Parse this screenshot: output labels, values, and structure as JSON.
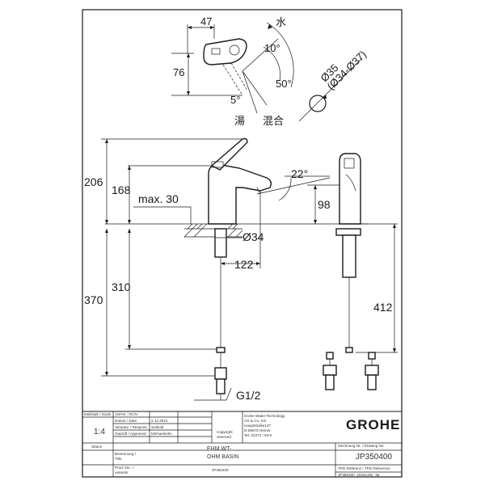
{
  "drawing": {
    "top_view": {
      "dim_47": "47",
      "dim_76": "76",
      "label_cold": "水",
      "angle_10": "10°",
      "angle_50": "50°",
      "angle_5": "5°",
      "label_hot": "湯",
      "label_mix": "混合"
    },
    "hole": {
      "dia_35": "Ø35",
      "dia_range": "(Ø34-Ø37)"
    },
    "front_view": {
      "dim_206": "206",
      "dim_168": "168",
      "dim_max30": "max. 30",
      "dim_d34": "Ø34",
      "dim_122": "122",
      "dim_370": "370",
      "dim_310": "310",
      "dim_g12": "G1/2"
    },
    "side_view": {
      "angle_22": "22°",
      "dim_98": "98",
      "dim_412": "412"
    }
  },
  "title_block": {
    "scale_label": "Maßstab / Scale",
    "ecn_label": "AM-Nr. / ECN",
    "scale_value": "1:4",
    "date_label": "Datum / Date",
    "date_value": "2.12.2021",
    "resp_label": "Verantw. / Respons.",
    "resp_value": "Seibold",
    "appr_label": "Geprüft / Approved",
    "appr_value": "Michaelsohn",
    "company_line1": "Grohe Water Technology",
    "company_line2": "AG & Co. KG",
    "company_line3": "Hauptstraße137",
    "company_line4": "D-58675 Hemer",
    "company_line5": "Tel. 02372 / 93-0",
    "copyright_line1": "Copyright",
    "copyright_line2": "reserved",
    "brand": "GROHE",
    "status_label": "Status",
    "name_label_line1": "Benennung /",
    "name_label_line2": "Title",
    "name_line1": "EHM.WT-",
    "name_line2": "OHM BASIN",
    "prod_label_line1": "Prod.-No. +",
    "prod_label_line2": "variants",
    "prod_value": "JP350400",
    "drawing_no_label": "Zeichnung Nr. / Drawing No.",
    "drawing_no": "JP350400",
    "ref_label": "TPD Referenz / TPD Reference",
    "ref_value": "JP350400_23421302_3a"
  }
}
